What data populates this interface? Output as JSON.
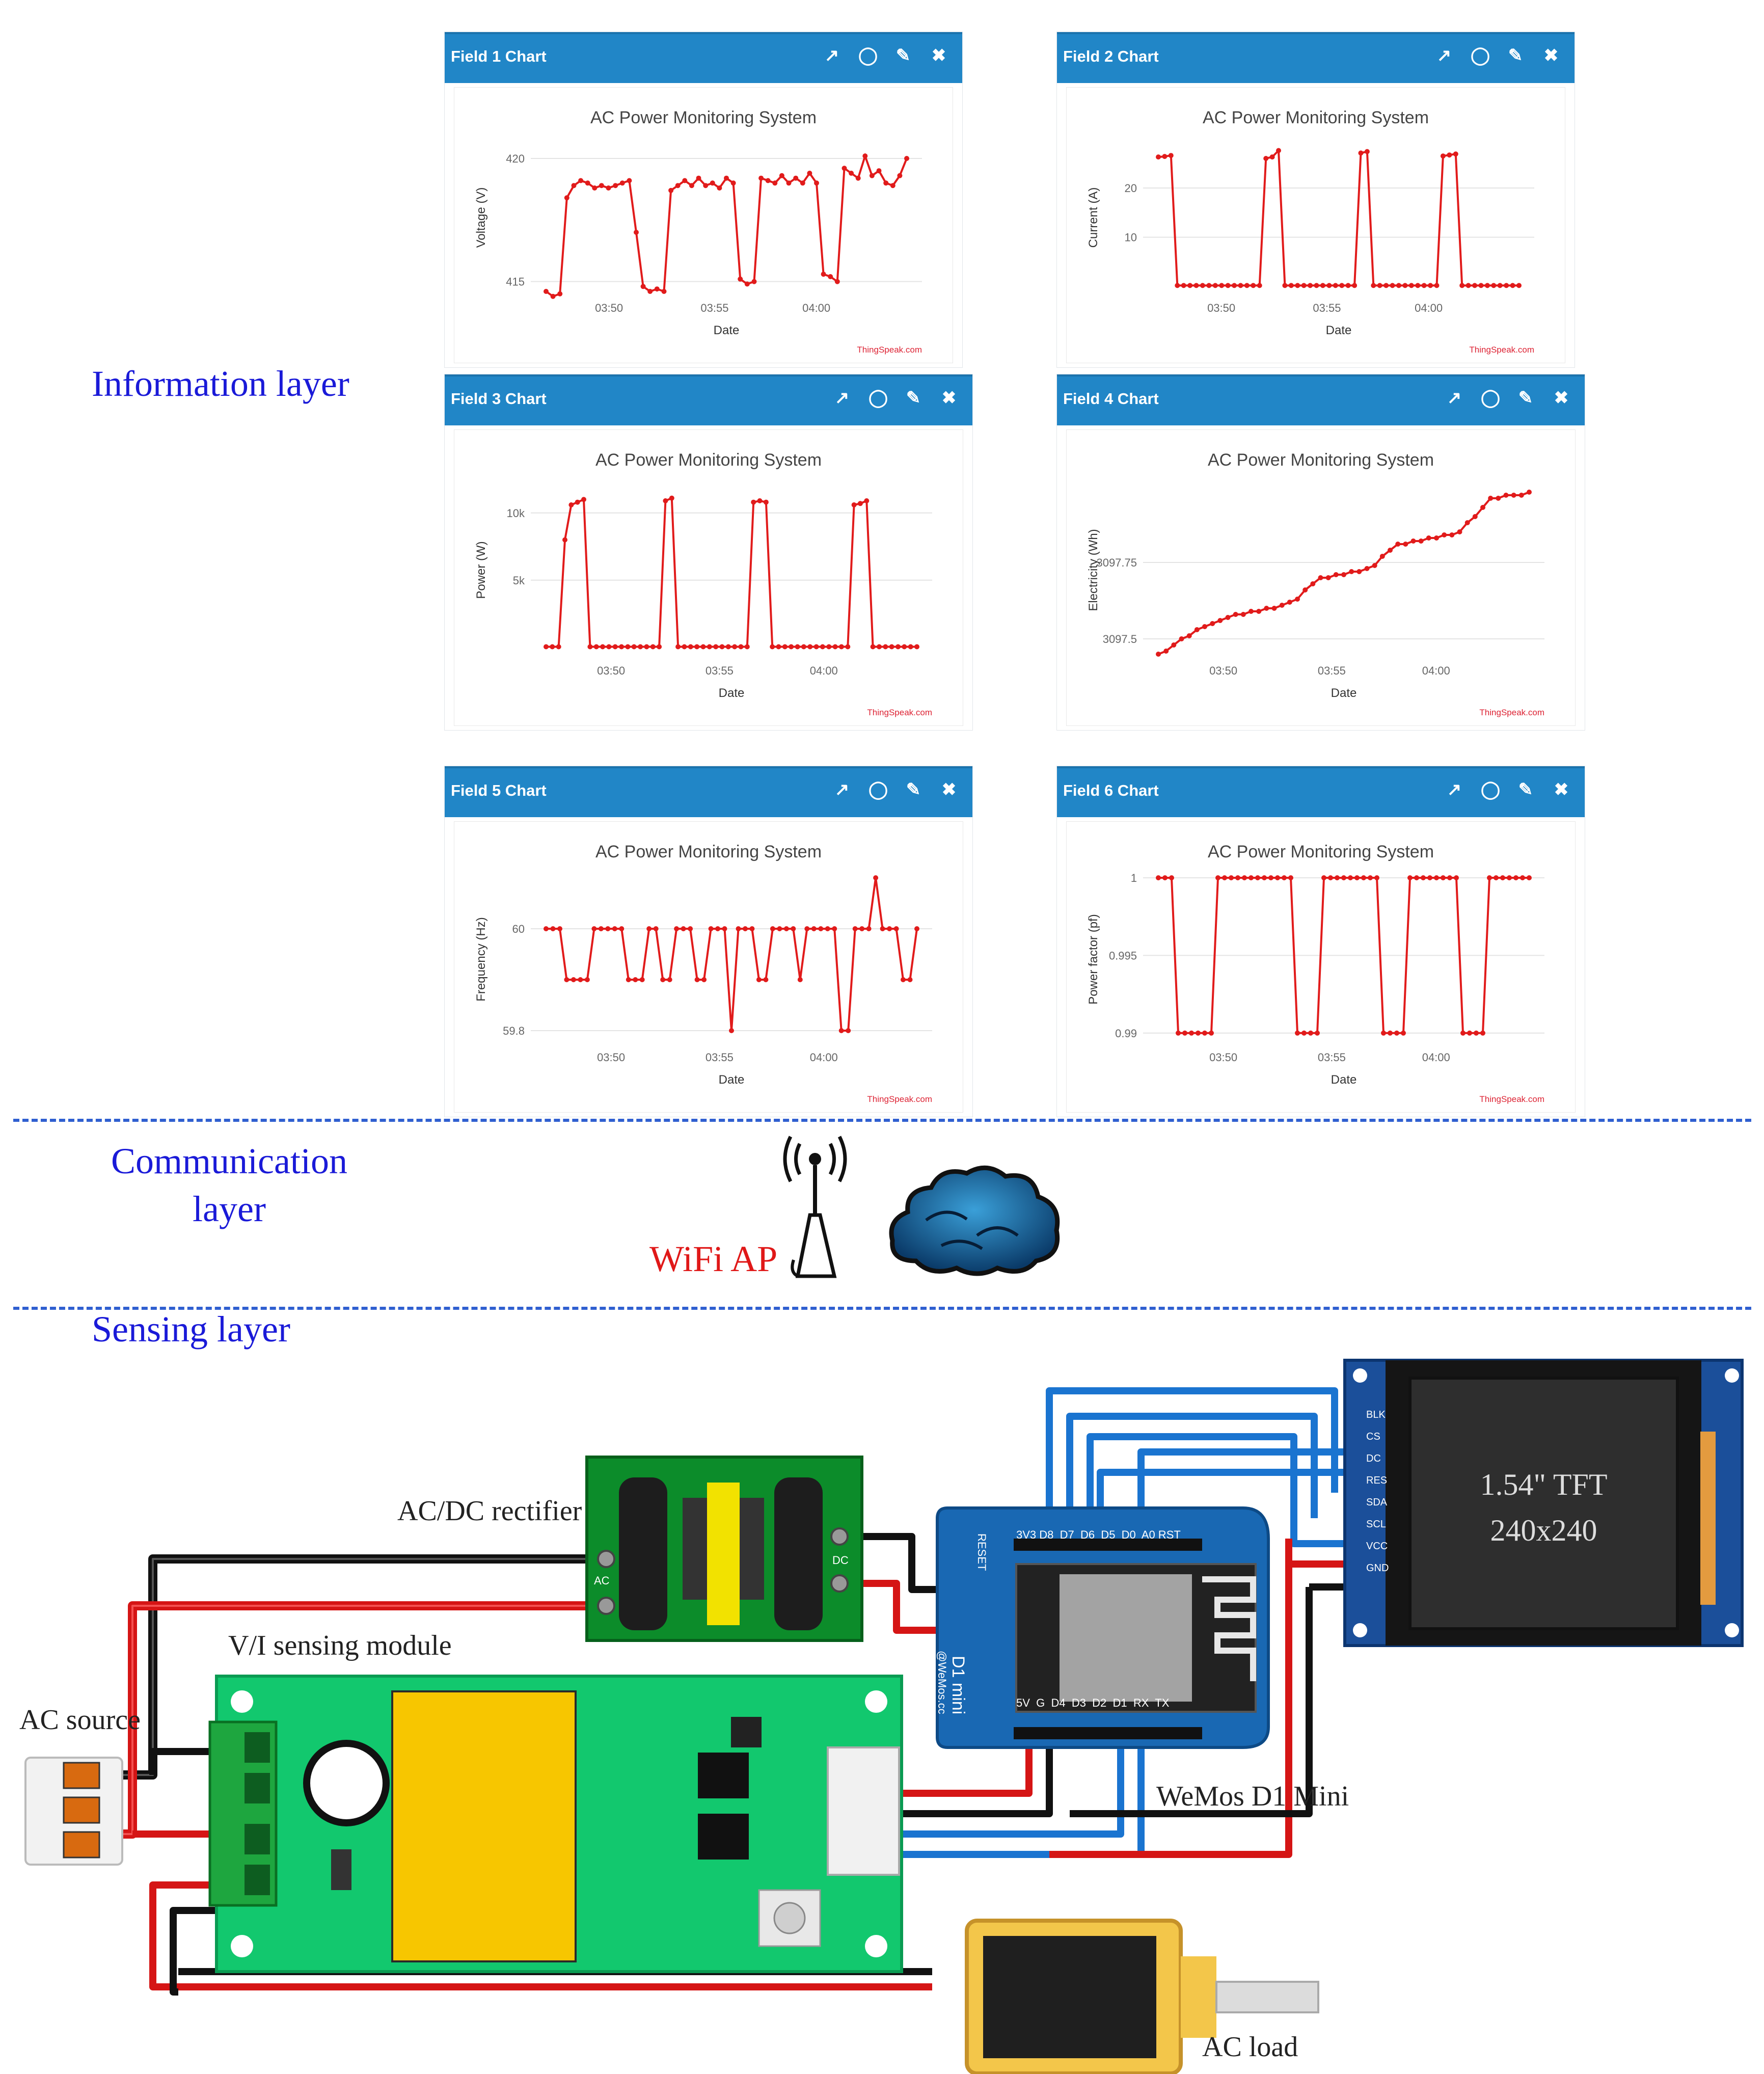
{
  "layers": {
    "information": "Information layer",
    "communication": [
      "Communication",
      "layer"
    ],
    "sensing": "Sensing layer"
  },
  "wifi_ap": "WiFi AP",
  "components": {
    "rectifier": "AC/DC rectifier",
    "sensing_module": "V/I sensing module",
    "ac_source": "AC source",
    "wemos": "WeMos D1 Mini",
    "ac_load": "AC load",
    "tft_line1": "1.54\" TFT",
    "tft_line2": "240x240",
    "rectifier_ac": "AC",
    "rectifier_dc": "DC",
    "wemos_top_pins": "3V3 D8  D7  D6  D5  D0  A0 RST",
    "wemos_bottom_pins": "5V  G  D4  D3  D2  D1  RX  TX",
    "wemos_board": "D1 mini",
    "wemos_reset": "RESET",
    "wemos_site": "@WeMos.cc",
    "tft_pins": [
      "BLK",
      "CS",
      "DC",
      "RES",
      "SDA",
      "SCL",
      "VCC",
      "GND"
    ]
  },
  "colors": {
    "header": "#2186c7",
    "series": "#e11b1b",
    "label": "#1a1ad8"
  },
  "chart_data": [
    {
      "panel": "Field 1 Chart",
      "type": "line",
      "title": "AC Power Monitoring System",
      "xlabel": "Date",
      "ylabel": "Voltage (V)",
      "x_ticks": [
        "03:50",
        "03:55",
        "04:00"
      ],
      "y_ticks": [
        "415",
        "420"
      ],
      "ylim": [
        414.6,
        420.6
      ],
      "credit": "ThingSpeak.com",
      "values": [
        414.6,
        414.4,
        414.5,
        418.4,
        418.9,
        419.1,
        419.0,
        418.8,
        418.9,
        418.8,
        418.9,
        419.0,
        419.1,
        417.0,
        414.8,
        414.6,
        414.7,
        414.6,
        418.7,
        418.9,
        419.1,
        418.9,
        419.2,
        418.9,
        419.0,
        418.8,
        419.2,
        419.0,
        415.1,
        414.9,
        415.0,
        419.2,
        419.1,
        419.0,
        419.3,
        419.0,
        419.2,
        419.0,
        419.4,
        419.0,
        415.3,
        415.2,
        415.0,
        419.6,
        419.4,
        419.2,
        420.1,
        419.3,
        419.5,
        419.0,
        418.9,
        419.3,
        420.0
      ]
    },
    {
      "panel": "Field 2 Chart",
      "type": "line",
      "title": "AC Power Monitoring System",
      "xlabel": "Date",
      "ylabel": "Current (A)",
      "x_ticks": [
        "03:50",
        "03:55",
        "04:00"
      ],
      "y_ticks": [
        "10",
        "20"
      ],
      "ylim": [
        -1,
        29
      ],
      "credit": "ThingSpeak.com",
      "values": [
        26.3,
        26.4,
        26.6,
        0.2,
        0.2,
        0.2,
        0.2,
        0.2,
        0.2,
        0.2,
        0.2,
        0.2,
        0.2,
        0.2,
        0.2,
        0.2,
        0.2,
        26.0,
        26.3,
        27.6,
        0.2,
        0.2,
        0.2,
        0.2,
        0.2,
        0.2,
        0.2,
        0.2,
        0.2,
        0.2,
        0.2,
        0.2,
        27.1,
        27.4,
        0.2,
        0.2,
        0.2,
        0.2,
        0.2,
        0.2,
        0.2,
        0.2,
        0.2,
        0.2,
        0.2,
        26.5,
        26.7,
        26.9,
        0.2,
        0.2,
        0.2,
        0.2,
        0.2,
        0.2,
        0.2,
        0.2,
        0.2,
        0.2
      ]
    },
    {
      "panel": "Field 3 Chart",
      "type": "line",
      "title": "AC Power Monitoring System",
      "xlabel": "Date",
      "ylabel": "Power (W)",
      "x_ticks": [
        "03:50",
        "03:55",
        "04:00"
      ],
      "y_ticks": [
        "5k",
        "10k"
      ],
      "ylim": [
        -500,
        12000
      ],
      "credit": "ThingSpeak.com",
      "values": [
        50,
        50,
        50,
        8000,
        10600,
        10800,
        11000,
        50,
        50,
        50,
        50,
        50,
        50,
        50,
        50,
        50,
        50,
        50,
        50,
        10900,
        11100,
        50,
        50,
        50,
        50,
        50,
        50,
        50,
        50,
        50,
        50,
        50,
        50,
        10800,
        10900,
        10800,
        50,
        50,
        50,
        50,
        50,
        50,
        50,
        50,
        50,
        50,
        50,
        50,
        50,
        10600,
        10700,
        10900,
        50,
        50,
        50,
        50,
        50,
        50,
        50,
        50
      ]
    },
    {
      "panel": "Field 4 Chart",
      "type": "line",
      "title": "AC Power Monitoring System",
      "xlabel": "Date",
      "ylabel": "Electricity (Wh)",
      "x_ticks": [
        "03:50",
        "03:55",
        "04:00"
      ],
      "y_ticks": [
        "3097.5",
        "3097.75"
      ],
      "ylim": [
        3097.45,
        3098.0
      ],
      "credit": "ThingSpeak.com",
      "values": [
        3097.45,
        3097.46,
        3097.48,
        3097.5,
        3097.51,
        3097.53,
        3097.54,
        3097.55,
        3097.56,
        3097.57,
        3097.58,
        3097.58,
        3097.59,
        3097.59,
        3097.6,
        3097.6,
        3097.61,
        3097.62,
        3097.63,
        3097.66,
        3097.68,
        3097.7,
        3097.7,
        3097.71,
        3097.71,
        3097.72,
        3097.72,
        3097.73,
        3097.74,
        3097.77,
        3097.79,
        3097.81,
        3097.81,
        3097.82,
        3097.82,
        3097.83,
        3097.83,
        3097.84,
        3097.84,
        3097.85,
        3097.88,
        3097.9,
        3097.93,
        3097.96,
        3097.96,
        3097.97,
        3097.97,
        3097.97,
        3097.98
      ]
    },
    {
      "panel": "Field 5 Chart",
      "type": "line",
      "title": "AC Power Monitoring System",
      "xlabel": "Date",
      "ylabel": "Frequency (Hz)",
      "x_ticks": [
        "03:50",
        "03:55",
        "04:00"
      ],
      "y_ticks": [
        "59.8",
        "60"
      ],
      "ylim": [
        59.78,
        60.1
      ],
      "credit": "ThingSpeak.com",
      "values": [
        60.0,
        60.0,
        60.0,
        59.9,
        59.9,
        59.9,
        59.9,
        60.0,
        60.0,
        60.0,
        60.0,
        60.0,
        59.9,
        59.9,
        59.9,
        60.0,
        60.0,
        59.9,
        59.9,
        60.0,
        60.0,
        60.0,
        59.9,
        59.9,
        60.0,
        60.0,
        60.0,
        59.8,
        60.0,
        60.0,
        60.0,
        59.9,
        59.9,
        60.0,
        60.0,
        60.0,
        60.0,
        59.9,
        60.0,
        60.0,
        60.0,
        60.0,
        60.0,
        59.8,
        59.8,
        60.0,
        60.0,
        60.0,
        60.1,
        60.0,
        60.0,
        60.0,
        59.9,
        59.9,
        60.0
      ]
    },
    {
      "panel": "Field 6 Chart",
      "type": "line",
      "title": "AC Power Monitoring System",
      "xlabel": "Date",
      "ylabel": "Power factor (pf)",
      "x_ticks": [
        "03:50",
        "03:55",
        "04:00"
      ],
      "y_ticks": [
        "0.99",
        "0.995",
        "1"
      ],
      "ylim": [
        0.9895,
        1.0
      ],
      "credit": "ThingSpeak.com",
      "values": [
        1,
        1,
        1,
        0.99,
        0.99,
        0.99,
        0.99,
        0.99,
        0.99,
        1,
        1,
        1,
        1,
        1,
        1,
        1,
        1,
        1,
        1,
        1,
        1,
        0.99,
        0.99,
        0.99,
        0.99,
        1,
        1,
        1,
        1,
        1,
        1,
        1,
        1,
        1,
        0.99,
        0.99,
        0.99,
        0.99,
        1,
        1,
        1,
        1,
        1,
        1,
        1,
        1,
        0.99,
        0.99,
        0.99,
        0.99,
        1,
        1,
        1,
        1,
        1,
        1,
        1
      ]
    }
  ]
}
